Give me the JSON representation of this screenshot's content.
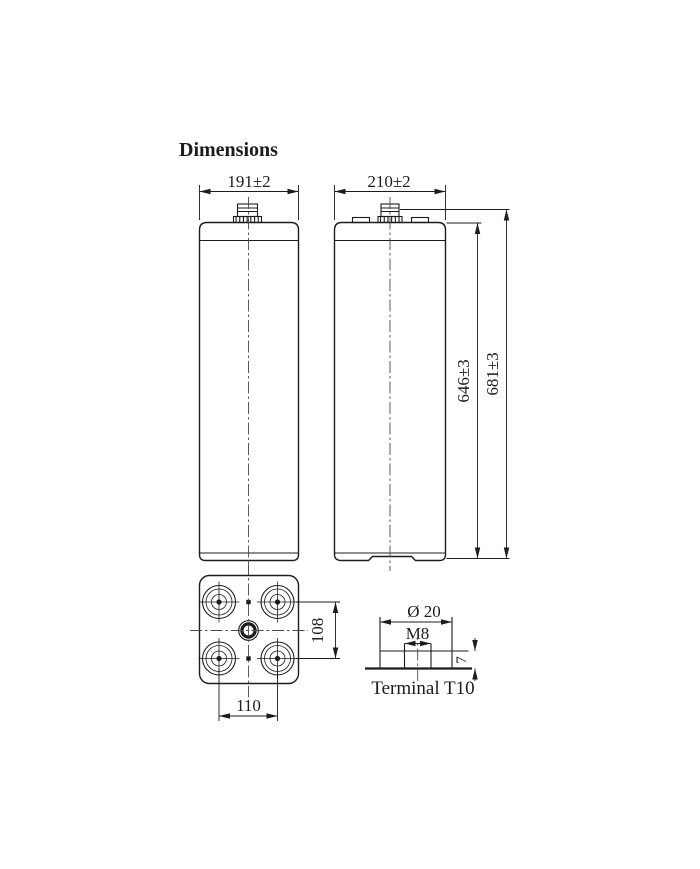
{
  "title": "Dimensions",
  "colors": {
    "ink": "#1c1c1c",
    "background": "#ffffff",
    "centerline": "#4a4a4a"
  },
  "front": {
    "width": "191±2"
  },
  "side": {
    "width": "210±2"
  },
  "heights": {
    "body": "646±3",
    "total": "681±3"
  },
  "bottom": {
    "pitch_vertical": "108",
    "pitch_horizontal": "110"
  },
  "terminal": {
    "diameter": "Ø 20",
    "thread": "M8",
    "plate_thickness": "7",
    "caption": "Terminal T10"
  }
}
